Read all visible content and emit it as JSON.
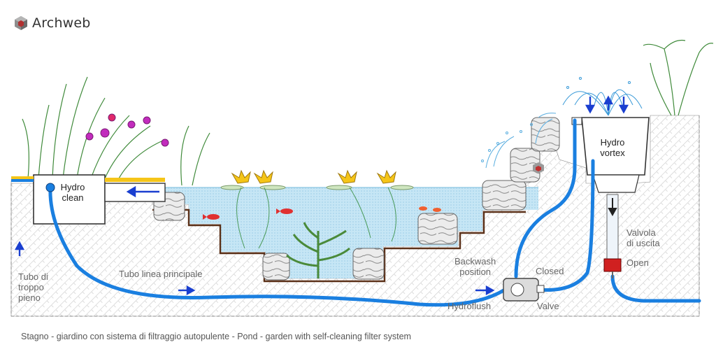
{
  "brand": {
    "name": "Archweb",
    "logo_icon": "archweb-cube-icon",
    "logo_color": "#b03030"
  },
  "labels": {
    "hydro_clean": [
      "Hydro",
      "clean"
    ],
    "hydro_vortex": [
      "Hydro",
      "vortex"
    ],
    "overflow_pipe": [
      "Tubo di",
      "troppo",
      "pieno"
    ],
    "main_line": "Tubo linea principale",
    "backwash": [
      "Backwash",
      "position"
    ],
    "closed": "Closed",
    "hydroflush": "Hydroflush",
    "valve": "Valve",
    "outlet_valve": [
      "Valvola",
      "di uscita"
    ],
    "open": "Open"
  },
  "caption": "Stagno - giardino con sistema di filtraggio autopulente -  Pond - garden with self-cleaning filter system",
  "colors": {
    "pipe": "#1a7fe0",
    "water": "#bfe4f4",
    "soil_hatch": "#c8c8c8",
    "liner": "#5b3018",
    "arrow": "#1a3fd0"
  }
}
